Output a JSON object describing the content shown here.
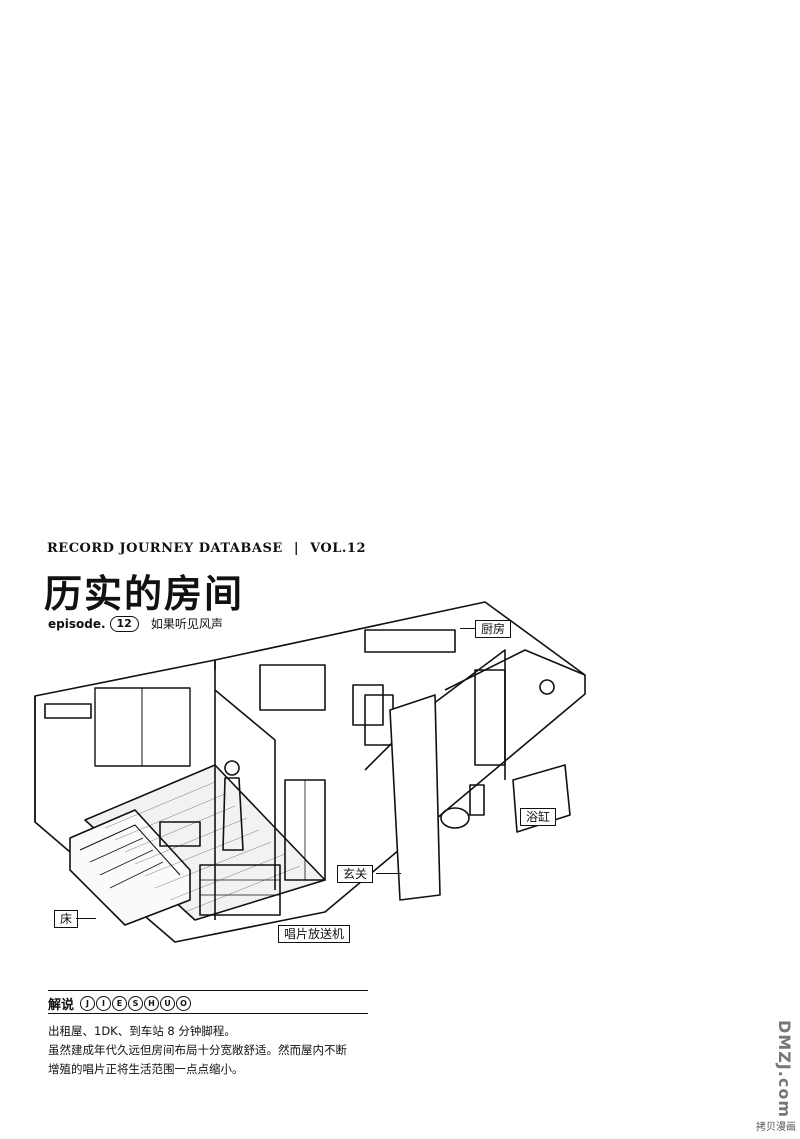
{
  "header": {
    "series": "RECORD JOURNEY DATABASE",
    "separator": "|",
    "volume": "VOL.12"
  },
  "title": "历实的房间",
  "episode": {
    "prefix": "episode.",
    "number": "12",
    "subtitle": "如果听见风声"
  },
  "labels": {
    "kitchen": "厨房",
    "bathtub": "浴缸",
    "entrance": "玄关",
    "bed": "床",
    "record_player": "唱片放送机"
  },
  "notes": {
    "heading": "解说",
    "romanization": [
      "J",
      "I",
      "E",
      "S",
      "H",
      "U",
      "O"
    ],
    "lines": [
      "出租屋、1DK、到车站 8 分钟脚程。",
      "虽然建成年代久远但房间布局十分宽敞舒适。然而屋内不断",
      "增殖的唱片正将生活范围一点点缩小。"
    ]
  },
  "watermark": {
    "brand": "DMZJ.com",
    "sub": "拷贝漫画"
  }
}
